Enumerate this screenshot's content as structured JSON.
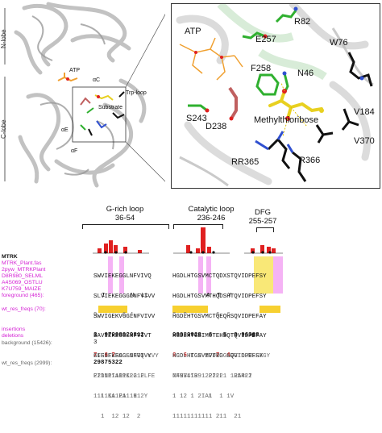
{
  "structure": {
    "lobe_labels": {
      "n_lobe": "N-lobe",
      "c_lobe": "C-lobe"
    },
    "overview_labels": {
      "atp": "ATP",
      "ac": "αC",
      "trp_loop": "Trp-loop",
      "substrate": "Substrate",
      "ae": "αE",
      "af": "αF"
    },
    "zoom_labels": {
      "r82": "R82",
      "e257": "E257",
      "atp": "ATP",
      "w76": "W76",
      "f258": "F258",
      "n46": "N46",
      "s243": "S243",
      "d238": "D238",
      "methylthioribose": "Methylthioribose",
      "v184": "V184",
      "v370": "V370",
      "rr365": "RR365",
      "r366": "R366"
    },
    "colors": {
      "atp_stick": "#f0a030",
      "substrate_stick": "#e8d020",
      "green_residue": "#2fb02f",
      "salmon_residue": "#c06060",
      "blue_residue": "#3050d0",
      "black_residue": "#111111"
    }
  },
  "alignment": {
    "regions": [
      {
        "title": "G-rich loop",
        "range": "36-54"
      },
      {
        "title": "Catalytic loop",
        "range": "236-246"
      },
      {
        "title": "DFG",
        "range": "255-257"
      }
    ],
    "row_labels": {
      "mtrk": "MTRK",
      "seq1": "MTRK_Plant.fas",
      "seq2": "2pyw_MTRKPlant",
      "seq3": "D8R980_SELML",
      "seq4": "A4S069_OSTLU",
      "seq5": "K7U759_MAIZE",
      "foreground": "foreground (465):",
      "wt_res_freqs_fg": "wt_res_freqs (70):",
      "insertions": "insertions",
      "deletions": "deletions",
      "background": "background (15426):",
      "wt_res_freqs_bg": "wt_res_freqs (2999):"
    },
    "seq_block1": [
      "SWVIEKEGGLNFVIVQ",
      "SLVIEKEGGGLNFVIVV",
      "SWVIGEKVGGLNFVIVV",
      "SAVIEKEGGLNFVIVT",
      "SIEIEKEGGLNFVIVY"
    ],
    "seq_block2": [
      "HGDLHTGSVMCTQDXSTQVIDPEFSY",
      "HGDLHTGSVMTHQDSHTQVIDPEFSY",
      "HGDLHTGSVMCTQEQHSQVIDPEFAY",
      "HGDLHTGSIMCTEHSQTQVIDPEFAY",
      "HGDLHTGSVMVTEG SQVIDPEFSY"
    ],
    "foreground_row1": "I       N  LL",
    "foreground_row2": "A  T  Y",
    "wt_freqs1": "3  97998929812",
    "wt_freqs1b": "9       6 4",
    "wt_freqs1c": "7  6 7",
    "wt_freqs2": "99989928  6   5  9 96388",
    "wt_freqs2b": "6  9        6  6",
    "wt_freqs2c": "6  6        7  4",
    "ins_del_num": "29875322",
    "ins_del_num2": "3",
    "ins_del_num3": "9",
    "background1": "GFSSLVGAGSINGQVKVY",
    "background2": "EIDNPIARPKLG FLFE",
    "background3": "  L KA EA  H  Y",
    "background4": "HGDLHLGNVIFDRDGKVGILDWELAGY",
    "background5": "NFNVLIR   PILL   RARLI",
    "background6": "        IAL     V",
    "bg_freqs_row1": "22111111112212",
    "bg_freqs_row2": "11111112111112",
    "bg_freqs_row3": "  1  12 12  2",
    "bg_freqs2_row1": "749341391222221 125422",
    "bg_freqs2_row2": "1 12 1 2  1  1 1",
    "bg_freqs2_row3": "11111111111 211  21"
  }
}
